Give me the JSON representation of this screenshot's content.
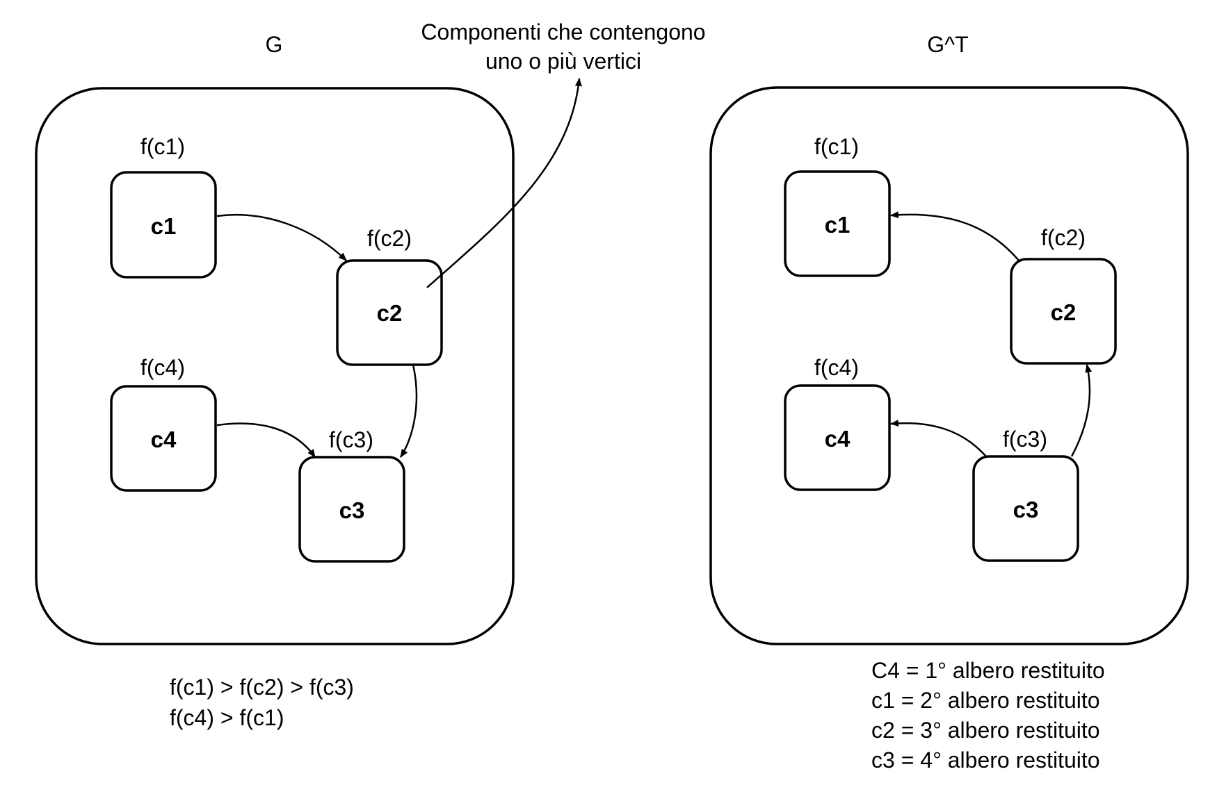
{
  "left": {
    "title": "G",
    "nodes": [
      {
        "id": "c1",
        "label": "c1",
        "f_label": "f(c1)"
      },
      {
        "id": "c2",
        "label": "c2",
        "f_label": "f(c2)"
      },
      {
        "id": "c4",
        "label": "c4",
        "f_label": "f(c4)"
      },
      {
        "id": "c3",
        "label": "c3",
        "f_label": "f(c3)"
      }
    ],
    "annotation": {
      "line1": "Componenti che contengono",
      "line2": "uno o più vertici"
    },
    "order": {
      "line1": "f(c1) > f(c2) > f(c3)",
      "line2": "f(c4) > f(c1)"
    }
  },
  "right": {
    "title": "G^T",
    "nodes": [
      {
        "id": "c1",
        "label": "c1",
        "f_label": "f(c1)"
      },
      {
        "id": "c2",
        "label": "c2",
        "f_label": "f(c2)"
      },
      {
        "id": "c4",
        "label": "c4",
        "f_label": "f(c4)"
      },
      {
        "id": "c3",
        "label": "c3",
        "f_label": "f(c3)"
      }
    ],
    "results": [
      "C4 = 1° albero restituito",
      "c1 = 2° albero restituito",
      "c2 = 3° albero restituito",
      "c3 = 4° albero restituito"
    ]
  }
}
